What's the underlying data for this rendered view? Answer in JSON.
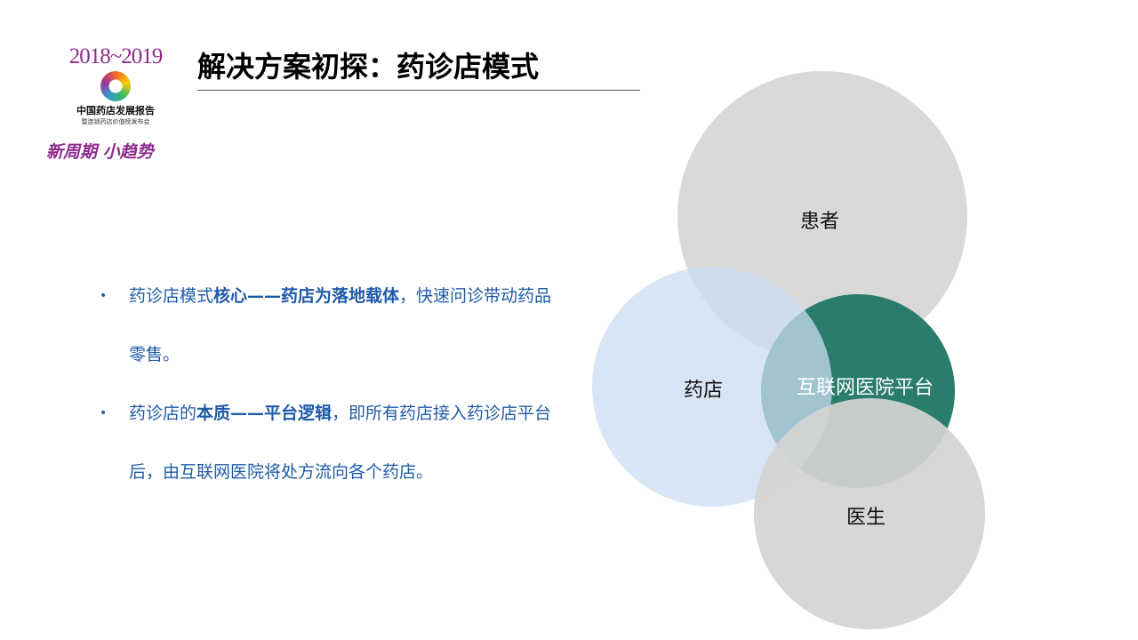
{
  "logo": {
    "years": "2018~2019",
    "title": "中国药店发展报告",
    "subtitle": "暨连锁药店价值榜发布会",
    "slogan": "新周期 小趋势"
  },
  "header": {
    "title": "解决方案初探：药诊店模式"
  },
  "bullets": [
    {
      "pre": "药诊店模式",
      "bold": "核心——药店为落地载体",
      "post": "，快速问诊带动药品零售。"
    },
    {
      "pre": "药诊店的",
      "bold": "本质——平台逻辑",
      "post": "，即所有药店接入药诊店平台后，由互联网医院将处方流向各个药店。"
    }
  ],
  "diagram": {
    "patient": "患者",
    "pharmacy": "药店",
    "platform": "互联网医院平台",
    "doctor": "医生",
    "colors": {
      "gray": "#d9d9d9",
      "lightblue": "#d6e5f4",
      "green": "#2a7d6c"
    }
  }
}
